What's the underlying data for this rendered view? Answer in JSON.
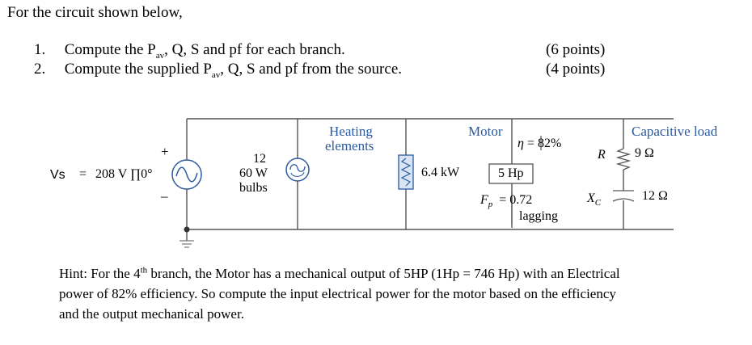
{
  "intro": "For the circuit shown below,",
  "questions": [
    {
      "num": "1.",
      "pre": "Compute the P",
      "sub": "av",
      "post": ", Q, S and pf for each branch.",
      "points": "(6 points)"
    },
    {
      "num": "2.",
      "pre": "Compute the supplied P",
      "sub": "av",
      "post": ", Q, S and pf from the source.",
      "points": "(4 points)"
    }
  ],
  "circuit": {
    "source": {
      "name": "Vs",
      "equals": "=",
      "value": "208 V ∏0°",
      "plus": "+",
      "minus": "–"
    },
    "bulbs": {
      "label_lines": [
        "12",
        "60 W",
        "bulbs"
      ]
    },
    "heater": {
      "label_lines": [
        "Heating",
        "elements"
      ],
      "power": "6.4 kW"
    },
    "motor": {
      "label": "Motor",
      "eta_symbol": "η",
      "eta_value": "= 82%",
      "hp": "5 Hp",
      "fp_symbol": "F",
      "fp_sub": "p",
      "fp_value": "= 0.72",
      "fp_note": "lagging"
    },
    "capacitive_load": {
      "label": "Capacitive load",
      "r_symbol": "R",
      "r_value": "9 Ω",
      "xc_symbol": "X",
      "xc_sub": "C",
      "xc_value": "12 Ω"
    }
  },
  "hint": {
    "lines": [
      {
        "a": "Hint: For the 4",
        "sup": "th",
        "b": " branch, the Motor has a mechanical output of 5HP (1Hp = 746 Hp) with an Electrical"
      },
      {
        "a": "power of 82% efficiency. So compute the input electrical power for the motor based on the efficiency"
      },
      {
        "a": "and the output mechanical power."
      }
    ]
  },
  "colors": {
    "text": "#000000",
    "wire": "#555555",
    "accent": "#2a5aa0"
  }
}
